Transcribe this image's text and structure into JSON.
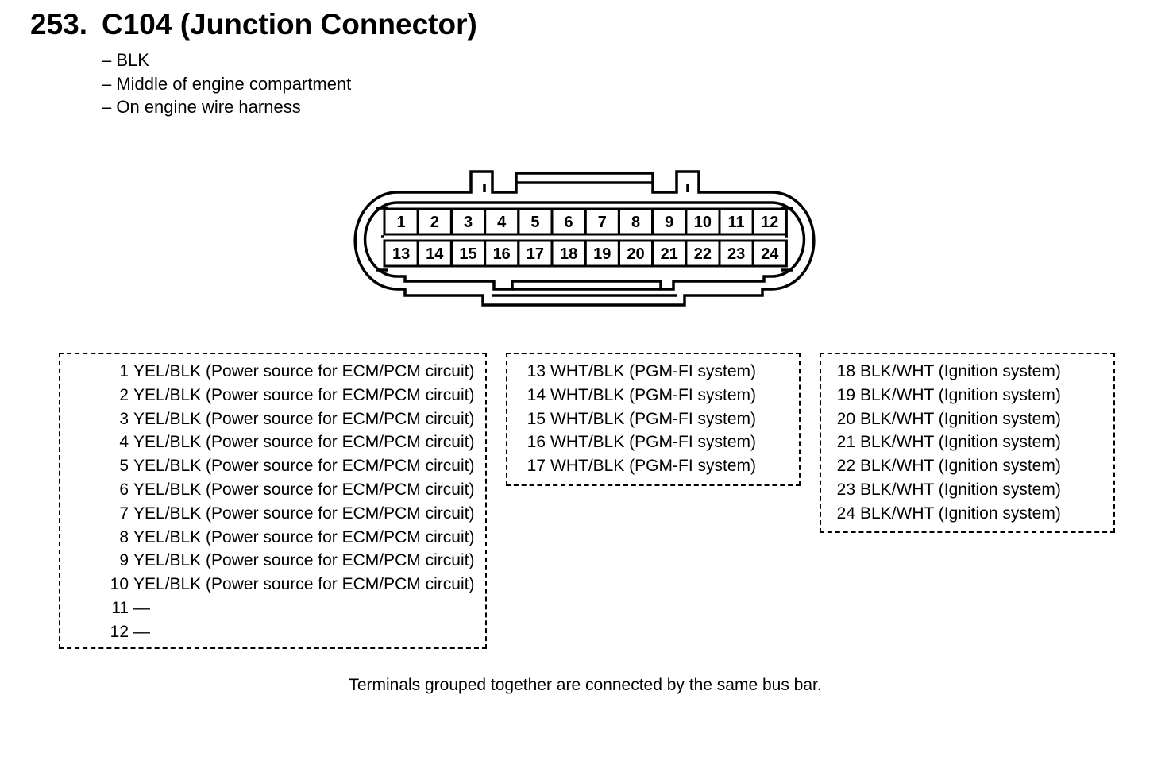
{
  "title": {
    "number": "253.",
    "text": "C104 (Junction Connector)"
  },
  "notes": [
    "– BLK",
    "– Middle of engine compartment",
    "– On engine wire harness"
  ],
  "connector": {
    "pins_top": [
      "1",
      "2",
      "3",
      "4",
      "5",
      "6",
      "7",
      "8",
      "9",
      "10",
      "11",
      "12"
    ],
    "pins_bottom": [
      "13",
      "14",
      "15",
      "16",
      "17",
      "18",
      "19",
      "20",
      "21",
      "22",
      "23",
      "24"
    ]
  },
  "groups": [
    {
      "rows": [
        {
          "pin": "1",
          "desc": "YEL/BLK (Power source for ECM/PCM circuit)"
        },
        {
          "pin": "2",
          "desc": "YEL/BLK (Power source for ECM/PCM circuit)"
        },
        {
          "pin": "3",
          "desc": "YEL/BLK (Power source for ECM/PCM circuit)"
        },
        {
          "pin": "4",
          "desc": "YEL/BLK (Power source for ECM/PCM circuit)"
        },
        {
          "pin": "5",
          "desc": "YEL/BLK (Power source for ECM/PCM circuit)"
        },
        {
          "pin": "6",
          "desc": "YEL/BLK (Power source for ECM/PCM circuit)"
        },
        {
          "pin": "7",
          "desc": "YEL/BLK (Power source for ECM/PCM circuit)"
        },
        {
          "pin": "8",
          "desc": "YEL/BLK (Power source for ECM/PCM circuit)"
        },
        {
          "pin": "9",
          "desc": "YEL/BLK (Power source for ECM/PCM circuit)"
        },
        {
          "pin": "10",
          "desc": "YEL/BLK (Power source for ECM/PCM circuit)"
        },
        {
          "pin": "11",
          "desc": "—"
        },
        {
          "pin": "12",
          "desc": "—"
        }
      ]
    },
    {
      "rows": [
        {
          "pin": "13",
          "desc": "WHT/BLK (PGM-FI system)"
        },
        {
          "pin": "14",
          "desc": "WHT/BLK (PGM-FI system)"
        },
        {
          "pin": "15",
          "desc": "WHT/BLK (PGM-FI system)"
        },
        {
          "pin": "16",
          "desc": "WHT/BLK (PGM-FI system)"
        },
        {
          "pin": "17",
          "desc": "WHT/BLK (PGM-FI system)"
        }
      ]
    },
    {
      "rows": [
        {
          "pin": "18",
          "desc": "BLK/WHT (Ignition system)"
        },
        {
          "pin": "19",
          "desc": "BLK/WHT (Ignition system)"
        },
        {
          "pin": "20",
          "desc": "BLK/WHT (Ignition system)"
        },
        {
          "pin": "21",
          "desc": "BLK/WHT (Ignition system)"
        },
        {
          "pin": "22",
          "desc": "BLK/WHT (Ignition system)"
        },
        {
          "pin": "23",
          "desc": "BLK/WHT (Ignition system)"
        },
        {
          "pin": "24",
          "desc": "BLK/WHT (Ignition system)"
        }
      ]
    }
  ],
  "footer": "Terminals grouped together are connected by the same bus bar."
}
